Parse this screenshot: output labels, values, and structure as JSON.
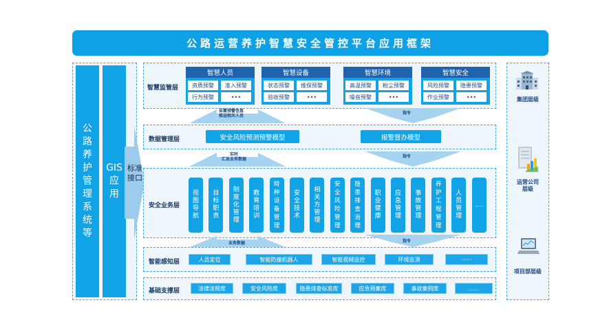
{
  "title": "公路运营养护智慧安全管控平台应用框架",
  "left_column": {
    "system": "公路养护管理系统等",
    "gis": "GIS应用",
    "interface": "标准接口"
  },
  "layers": {
    "monitor": {
      "label": "智慧监管层",
      "groups": [
        {
          "title": "智慧人员",
          "items": [
            "资质预警",
            "准入预警",
            "行为预警",
            "•••"
          ]
        },
        {
          "title": "智慧设备",
          "items": [
            "状态预警",
            "维保预警",
            "验收预警",
            "•••"
          ]
        },
        {
          "title": "智慧环境",
          "items": [
            "高温预警",
            "粉尘预警",
            "噪音预警",
            "•••"
          ]
        },
        {
          "title": "智慧安全",
          "items": [
            "风险预警",
            "隐患预警",
            "作业预警",
            "•••"
          ]
        }
      ]
    },
    "data": {
      "label": "数据管理层",
      "items": [
        "安全风险预测预警模型",
        "报警督办模型"
      ]
    },
    "business": {
      "label": "安全业务层",
      "items": [
        "视图导航",
        "目标职责",
        "制度化管理",
        "教育培训",
        "特种设备管理",
        "安全技术",
        "相关方管理",
        "安全风险管理",
        "隐患排查治理",
        "职业健康",
        "应急管理",
        "事故管理",
        "养护工程管理",
        "人员管理",
        "……"
      ]
    },
    "perception": {
      "label": "智能感知层",
      "items": [
        "人员定位",
        "智能防撞机器人",
        "智能视频监控",
        "环境监测",
        "······"
      ]
    },
    "support": {
      "label": "基础支撑层",
      "items": [
        "法律法规库",
        "安全风险库",
        "隐患排查标准库",
        "应急预案库",
        "事故案例库",
        "……"
      ]
    }
  },
  "arrows": {
    "up1": "采集预警信息 推送相关人员",
    "down1": "指令",
    "up2": "实时 汇总业务数据",
    "down2": "指令",
    "up3": "业务数据",
    "down3": "指令"
  },
  "right_column": {
    "items": [
      "集团层级",
      "运营公司 层级",
      "项目部层级"
    ]
  }
}
